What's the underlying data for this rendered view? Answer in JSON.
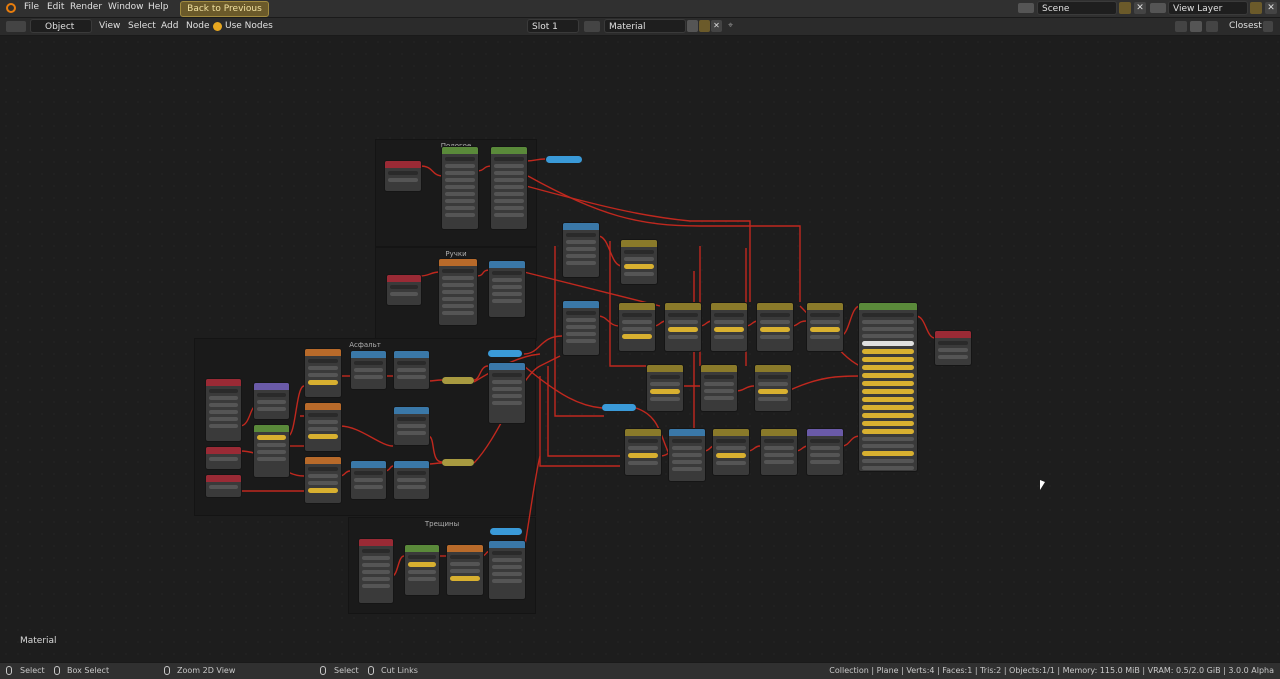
{
  "topbar": {
    "menus": [
      "File",
      "Edit",
      "Render",
      "Window",
      "Help"
    ],
    "back_button": "Back to Previous",
    "scene": "Scene",
    "view_layer": "View Layer"
  },
  "header": {
    "mode": "Object",
    "menus": [
      "View",
      "Select",
      "Add",
      "Node"
    ],
    "use_nodes": "Use Nodes",
    "slot": "Slot 1",
    "material": "Material",
    "interpolation": "Closest"
  },
  "frames": {
    "f1": "Пологое",
    "f2": "Ручки",
    "f3": "Асфальт",
    "f4": "Трещины"
  },
  "canvas": {
    "material_label": "Material"
  },
  "statusbar": {
    "select": "Select",
    "box_select": "Box Select",
    "zoom": "Zoom 2D View",
    "select2": "Select",
    "cut_links": "Cut Links",
    "info": "Collection | Plane | Verts:4 | Faces:1 | Tris:2 | Objects:1/1 | Memory: 115.0 MiB | VRAM: 0.5/2.0 GiB | 3.0.0 Alpha"
  },
  "colors": {
    "accent": "#e87d0d",
    "wire": "#c0281e",
    "texture_node": "#9a2a35",
    "shader_node": "#5a8a3a",
    "converter_node": "#3a78a8"
  }
}
